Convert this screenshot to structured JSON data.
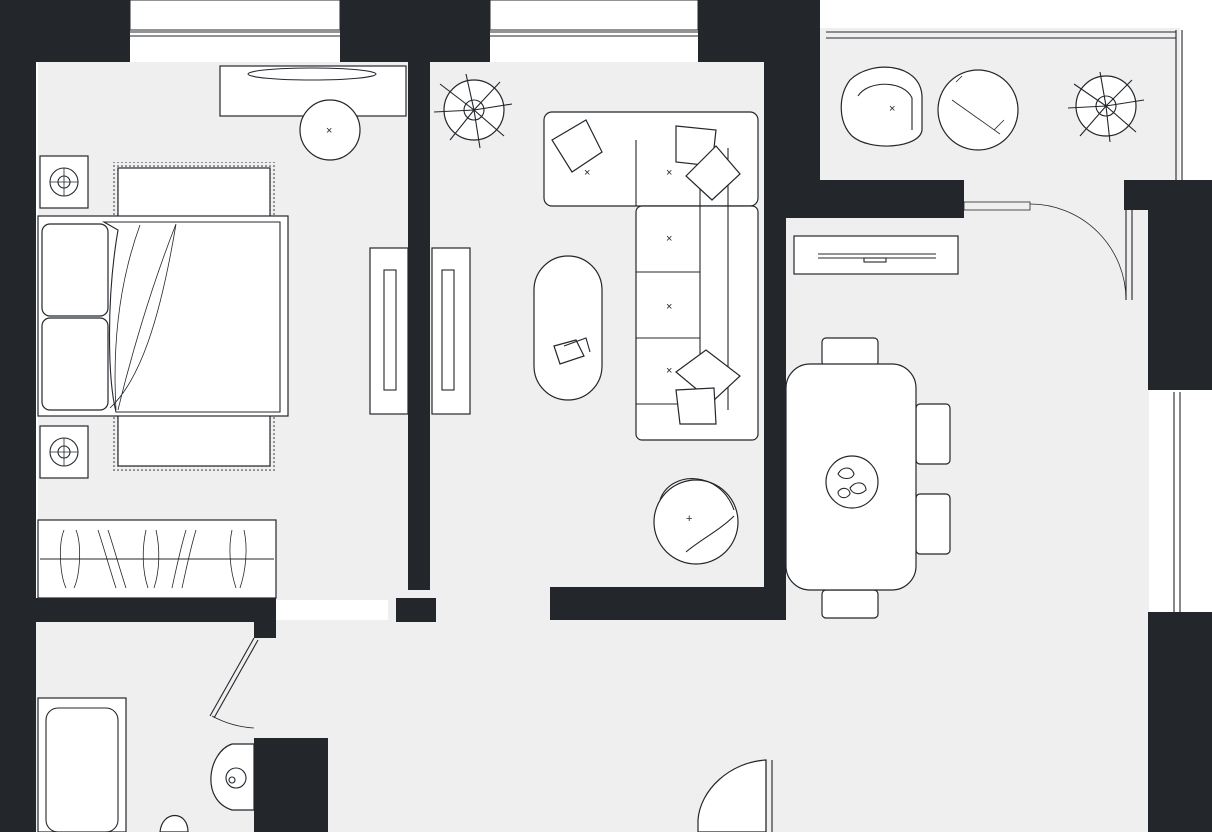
{
  "plan": {
    "colors": {
      "wall": "#23272b",
      "floor": "#efeff0",
      "furniture": "#ffffff",
      "outline": "#23272b"
    },
    "rooms": [
      "bedroom",
      "living-room",
      "balcony",
      "kitchen-dining",
      "bathroom",
      "hallway"
    ],
    "icons": [
      "bed-icon",
      "sofa-icon",
      "armchair-icon",
      "dining-table-icon",
      "plant-icon",
      "bathtub-icon",
      "sink-icon",
      "wardrobe-icon",
      "tv-icon",
      "door-swing-icon"
    ]
  }
}
